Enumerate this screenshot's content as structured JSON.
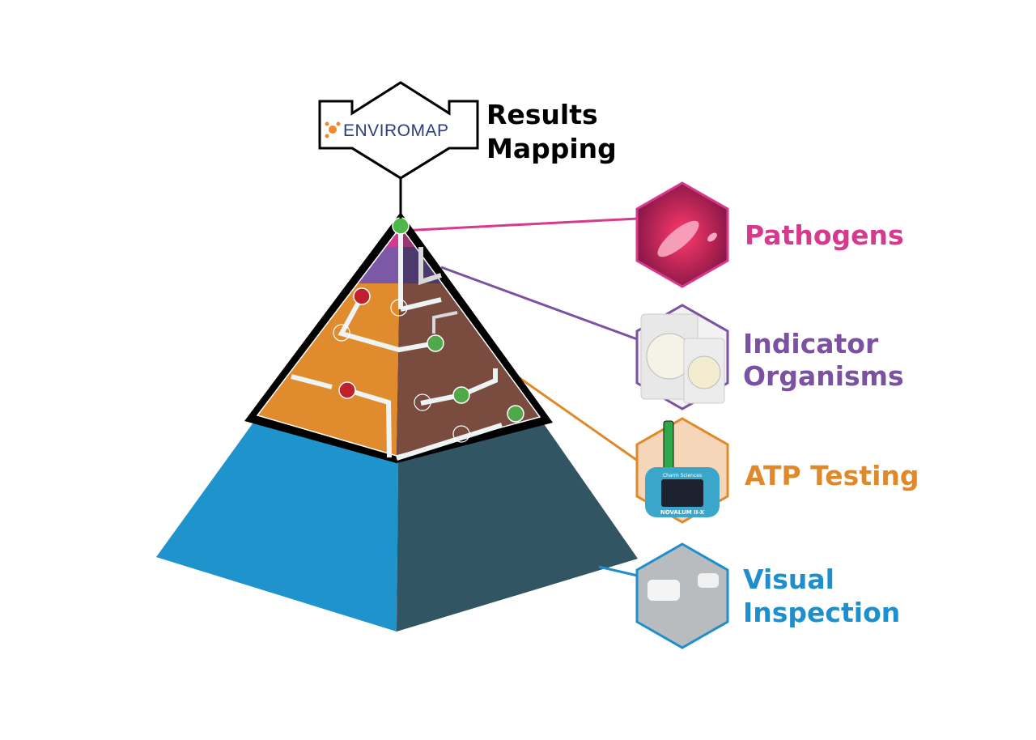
{
  "header": {
    "logo_text": "ENVIROMAP",
    "title_line1": "Results",
    "title_line2": "Mapping"
  },
  "tiers": [
    {
      "label_line1": "Pathogens",
      "label_line2": "",
      "color": "#d63a8f",
      "icon": "bacteria-image"
    },
    {
      "label_line1": "Indicator",
      "label_line2": "Organisms",
      "color": "#7b51a1",
      "icon": "petri-dish-image"
    },
    {
      "label_line1": "ATP Testing",
      "label_line2": "",
      "color": "#e0892a",
      "icon": "atp-luminometer-image"
    },
    {
      "label_line1": "Visual",
      "label_line2": "Inspection",
      "color": "#1e8fcc",
      "icon": "cleaning-surface-image"
    }
  ],
  "device": {
    "brand": "Charm Sciences",
    "model": "NOVALUM II-X"
  }
}
